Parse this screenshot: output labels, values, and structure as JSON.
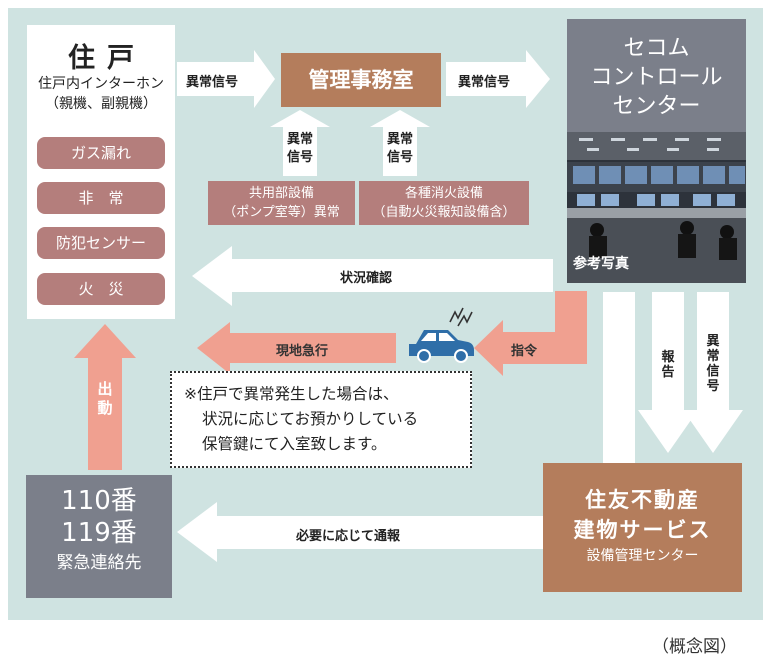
{
  "resident": {
    "title": "住戸",
    "subtitle_line1": "住戸内インターホン",
    "subtitle_line2": "（親機、副親機）",
    "alarms": [
      "ガス漏れ",
      "非　常",
      "防犯センサー",
      "火　災"
    ]
  },
  "management_office": {
    "label": "管理事務室"
  },
  "common_equipment": {
    "line1": "共用部設備",
    "line2": "（ポンプ室等）異常"
  },
  "fire_equipment": {
    "line1": "各種消火設備",
    "line2": "（自動火災報知設備含）"
  },
  "control_center": {
    "line1": "セコム",
    "line2": "コントロール",
    "line3": "センター",
    "photo_caption": "参考写真"
  },
  "emergency_contacts": {
    "line1": "110番",
    "line2": "119番",
    "line3": "緊急連絡先"
  },
  "service_center": {
    "line1": "住友不動産",
    "line2": "建物サービス",
    "line3": "設備管理センター"
  },
  "note": {
    "line1": "※住戸で異常発生した場合は、",
    "line2": "状況に応じてお預かりしている",
    "line3": "保管鍵にて入室致します。"
  },
  "arrows": {
    "resident_to_office": "異常信号",
    "office_to_center": "異常信号",
    "common_to_office_1": "異常",
    "common_to_office_2": "信号",
    "fire_to_office_1": "異常",
    "fire_to_office_2": "信号",
    "status_check": "状況確認",
    "rush": "現地急行",
    "command": "指令",
    "dispatch": "出動",
    "report": "報告",
    "abnormal_signal_vertical": "異常信号",
    "notify": "必要に応じて通報"
  },
  "footer": {
    "concept": "（概念図）"
  },
  "colors": {
    "background": "#cfe3e1",
    "brown": "#b47d5c",
    "rose": "#b47e7c",
    "gray": "#7b7f8a",
    "salmon_arrow": "#f0a090",
    "car_blue": "#2f6ea8"
  }
}
